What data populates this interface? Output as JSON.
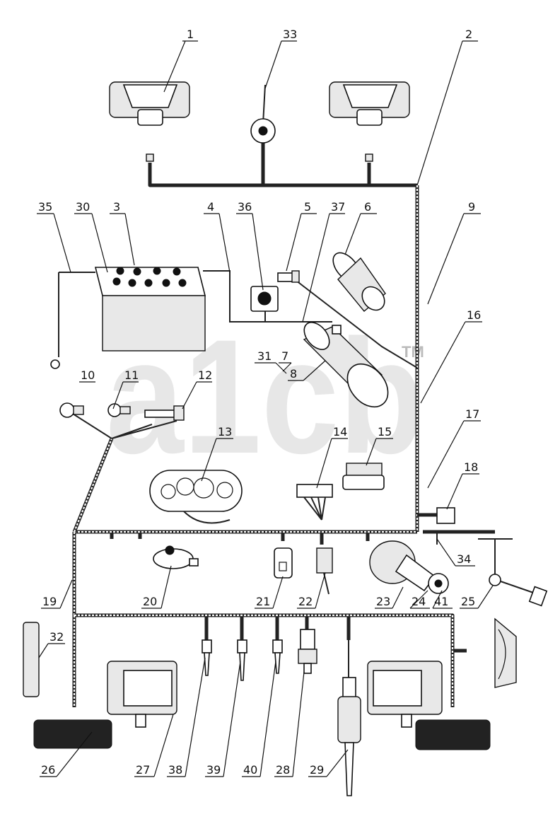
{
  "watermark": {
    "text": "a1cb",
    "trademark": "TM",
    "color": "#cfcfcf"
  },
  "callouts": [
    {
      "id": "c1",
      "text": "1"
    },
    {
      "id": "c2",
      "text": "2"
    },
    {
      "id": "c3",
      "text": "3"
    },
    {
      "id": "c4",
      "text": "4"
    },
    {
      "id": "c5",
      "text": "5"
    },
    {
      "id": "c6",
      "text": "6"
    },
    {
      "id": "c7",
      "text": "7"
    },
    {
      "id": "c8",
      "text": "8"
    },
    {
      "id": "c9",
      "text": "9"
    },
    {
      "id": "c10",
      "text": "10"
    },
    {
      "id": "c11",
      "text": "11"
    },
    {
      "id": "c12",
      "text": "12"
    },
    {
      "id": "c13",
      "text": "13"
    },
    {
      "id": "c14",
      "text": "14"
    },
    {
      "id": "c15",
      "text": "15"
    },
    {
      "id": "c16",
      "text": "16"
    },
    {
      "id": "c17",
      "text": "17"
    },
    {
      "id": "c18",
      "text": "18"
    },
    {
      "id": "c19",
      "text": "19"
    },
    {
      "id": "c20",
      "text": "20"
    },
    {
      "id": "c21",
      "text": "21"
    },
    {
      "id": "c22",
      "text": "22"
    },
    {
      "id": "c23",
      "text": "23"
    },
    {
      "id": "c24",
      "text": "24"
    },
    {
      "id": "c25",
      "text": "25"
    },
    {
      "id": "c26",
      "text": "26"
    },
    {
      "id": "c27",
      "text": "27"
    },
    {
      "id": "c28",
      "text": "28"
    },
    {
      "id": "c29",
      "text": "29"
    },
    {
      "id": "c30",
      "text": "30"
    },
    {
      "id": "c31",
      "text": "31"
    },
    {
      "id": "c32",
      "text": "32"
    },
    {
      "id": "c33",
      "text": "33"
    },
    {
      "id": "c34",
      "text": "34"
    },
    {
      "id": "c35",
      "text": "35"
    },
    {
      "id": "c36",
      "text": "36"
    },
    {
      "id": "c37",
      "text": "37"
    },
    {
      "id": "c38",
      "text": "38"
    },
    {
      "id": "c39",
      "text": "39"
    },
    {
      "id": "c40",
      "text": "40"
    },
    {
      "id": "c41",
      "text": "41"
    }
  ]
}
